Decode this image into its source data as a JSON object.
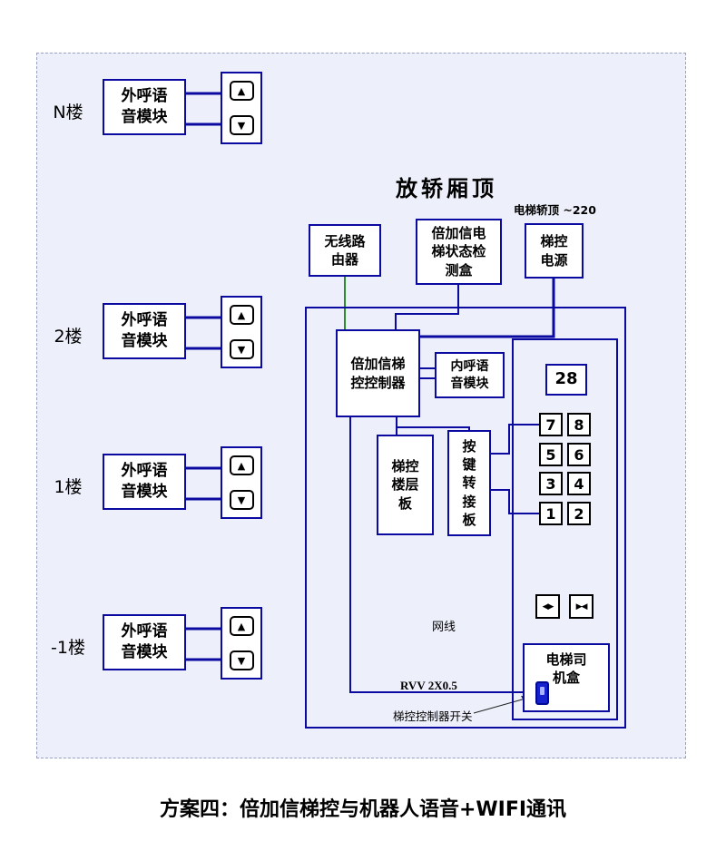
{
  "colors": {
    "line": "#0a0aa0",
    "green": "#2e8b2e",
    "panel_bg": "#edf0fa",
    "switch_fill": "#1722cf",
    "switch_border": "#000a8f"
  },
  "caption": "方案四：倍加信梯控与机器人语音+WIFI通讯",
  "ceiling_title": "放轿厢顶",
  "power_note": "电梯轿顶 ~220",
  "floors": [
    {
      "label": "N楼",
      "module": "外呼语音模块"
    },
    {
      "label": "2楼",
      "module": "外呼语音模块"
    },
    {
      "label": "1楼",
      "module": "外呼语音模块"
    },
    {
      "label": "-1楼",
      "module": "外呼语音模块"
    }
  ],
  "boxes": {
    "router": "无线路由器",
    "detector": "倍加信电梯状态检测盒",
    "power": "梯控电源",
    "controller": "倍加信梯控控制器",
    "inner_voice": "内呼语音模块",
    "floor_board": "梯控楼层板",
    "key_adapter": "按键转接板",
    "driver_box": "电梯司机盒"
  },
  "cop": {
    "display": "28",
    "buttons": [
      [
        "7",
        "8"
      ],
      [
        "5",
        "6"
      ],
      [
        "3",
        "4"
      ],
      [
        "1",
        "2"
      ]
    ],
    "door_open_icon": "◀▶",
    "door_close_icon": "▶◀",
    "up_arrow_icon": "▲",
    "down_arrow_icon": "▼"
  },
  "wire_labels": {
    "network": "网线",
    "rvv": "RVV 2X0.5",
    "switch": "梯控控制器开关"
  }
}
